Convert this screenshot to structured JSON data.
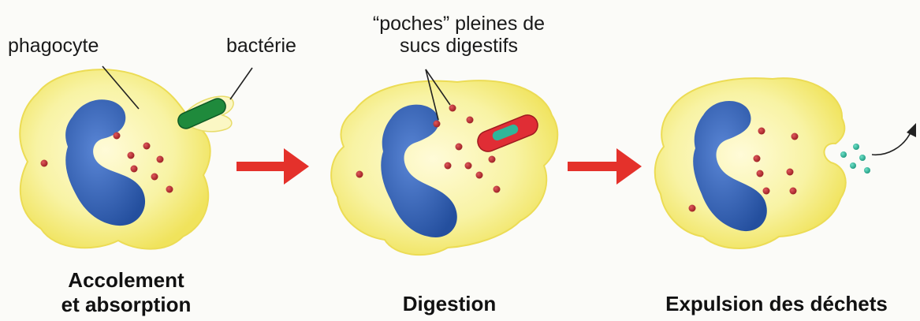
{
  "labels": {
    "phagocyte": "phagocyte",
    "bacterie": "bactérie",
    "poches_line1": "“poches” pleines de",
    "poches_line2": "sucs digestifs"
  },
  "captions": {
    "step1_line1": "Accolement",
    "step1_line2": "et absorption",
    "step2": "Digestion",
    "step3": "Expulsion des déchets"
  },
  "colors": {
    "cell_fill": "#f7f29a",
    "cell_center": "#fbf9c6",
    "cell_edge": "#efe25a",
    "nucleus": "#2f5fb3",
    "pocket": "#b3262a",
    "bacterium": "#1f8a3c",
    "digest_vacuole": "#e02d35",
    "waste": "#2fb69a",
    "arrow": "#e4312b",
    "line": "#222222"
  }
}
